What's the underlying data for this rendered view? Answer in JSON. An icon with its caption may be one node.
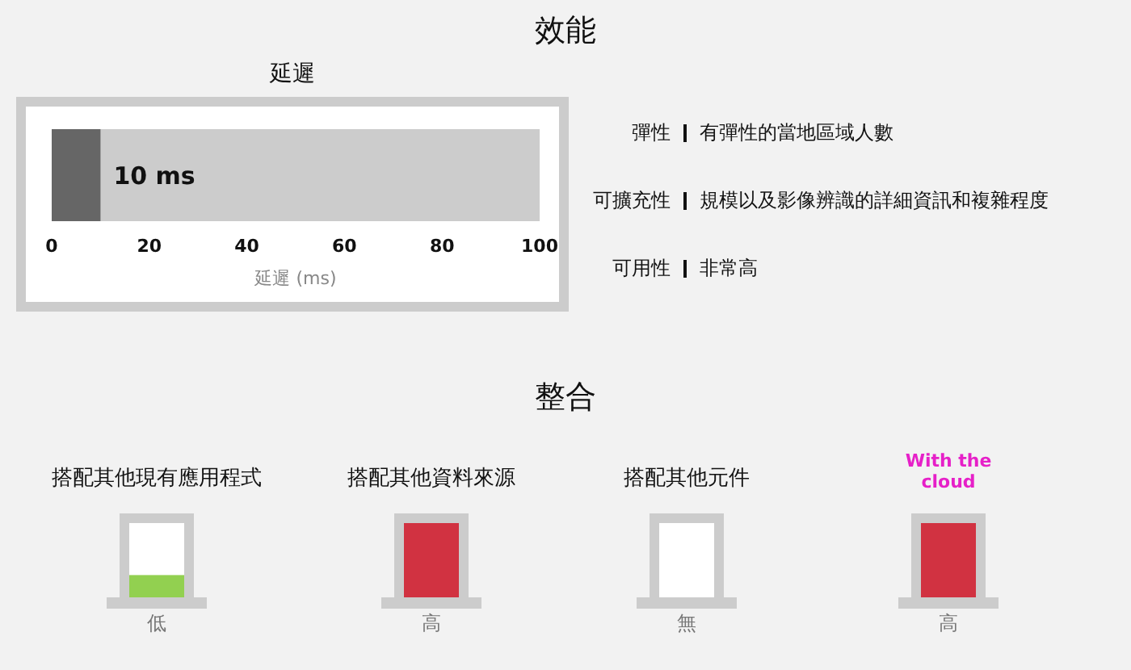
{
  "diagram": {
    "title": "效能",
    "nodes": [
      {
        "text": [
          "搭配其他現有應用程式"
        ],
        "beside": [
          "低"
        ]
      },
      {
        "text": [
          "搭配其他資料來源"
        ],
        "beside": [
          "高"
        ]
      },
      {
        "text": [
          "搭配其他元件"
        ],
        "beside": [
          "無"
        ]
      },
      {
        "text": [
          "With the cloud"
        ],
        "beside": [
          "高"
        ]
      }
    ],
    "labels": [
      "延遲",
      "10 ms",
      "0",
      "20",
      "40",
      "60",
      "80",
      "100",
      "延遲 (ms)",
      "彈性",
      "有彈性的當地區域人數",
      "可擴充性",
      "規模以及影像辨識的詳細資訊和複雜程度",
      "可用性",
      "非常高",
      "整合"
    ]
  }
}
